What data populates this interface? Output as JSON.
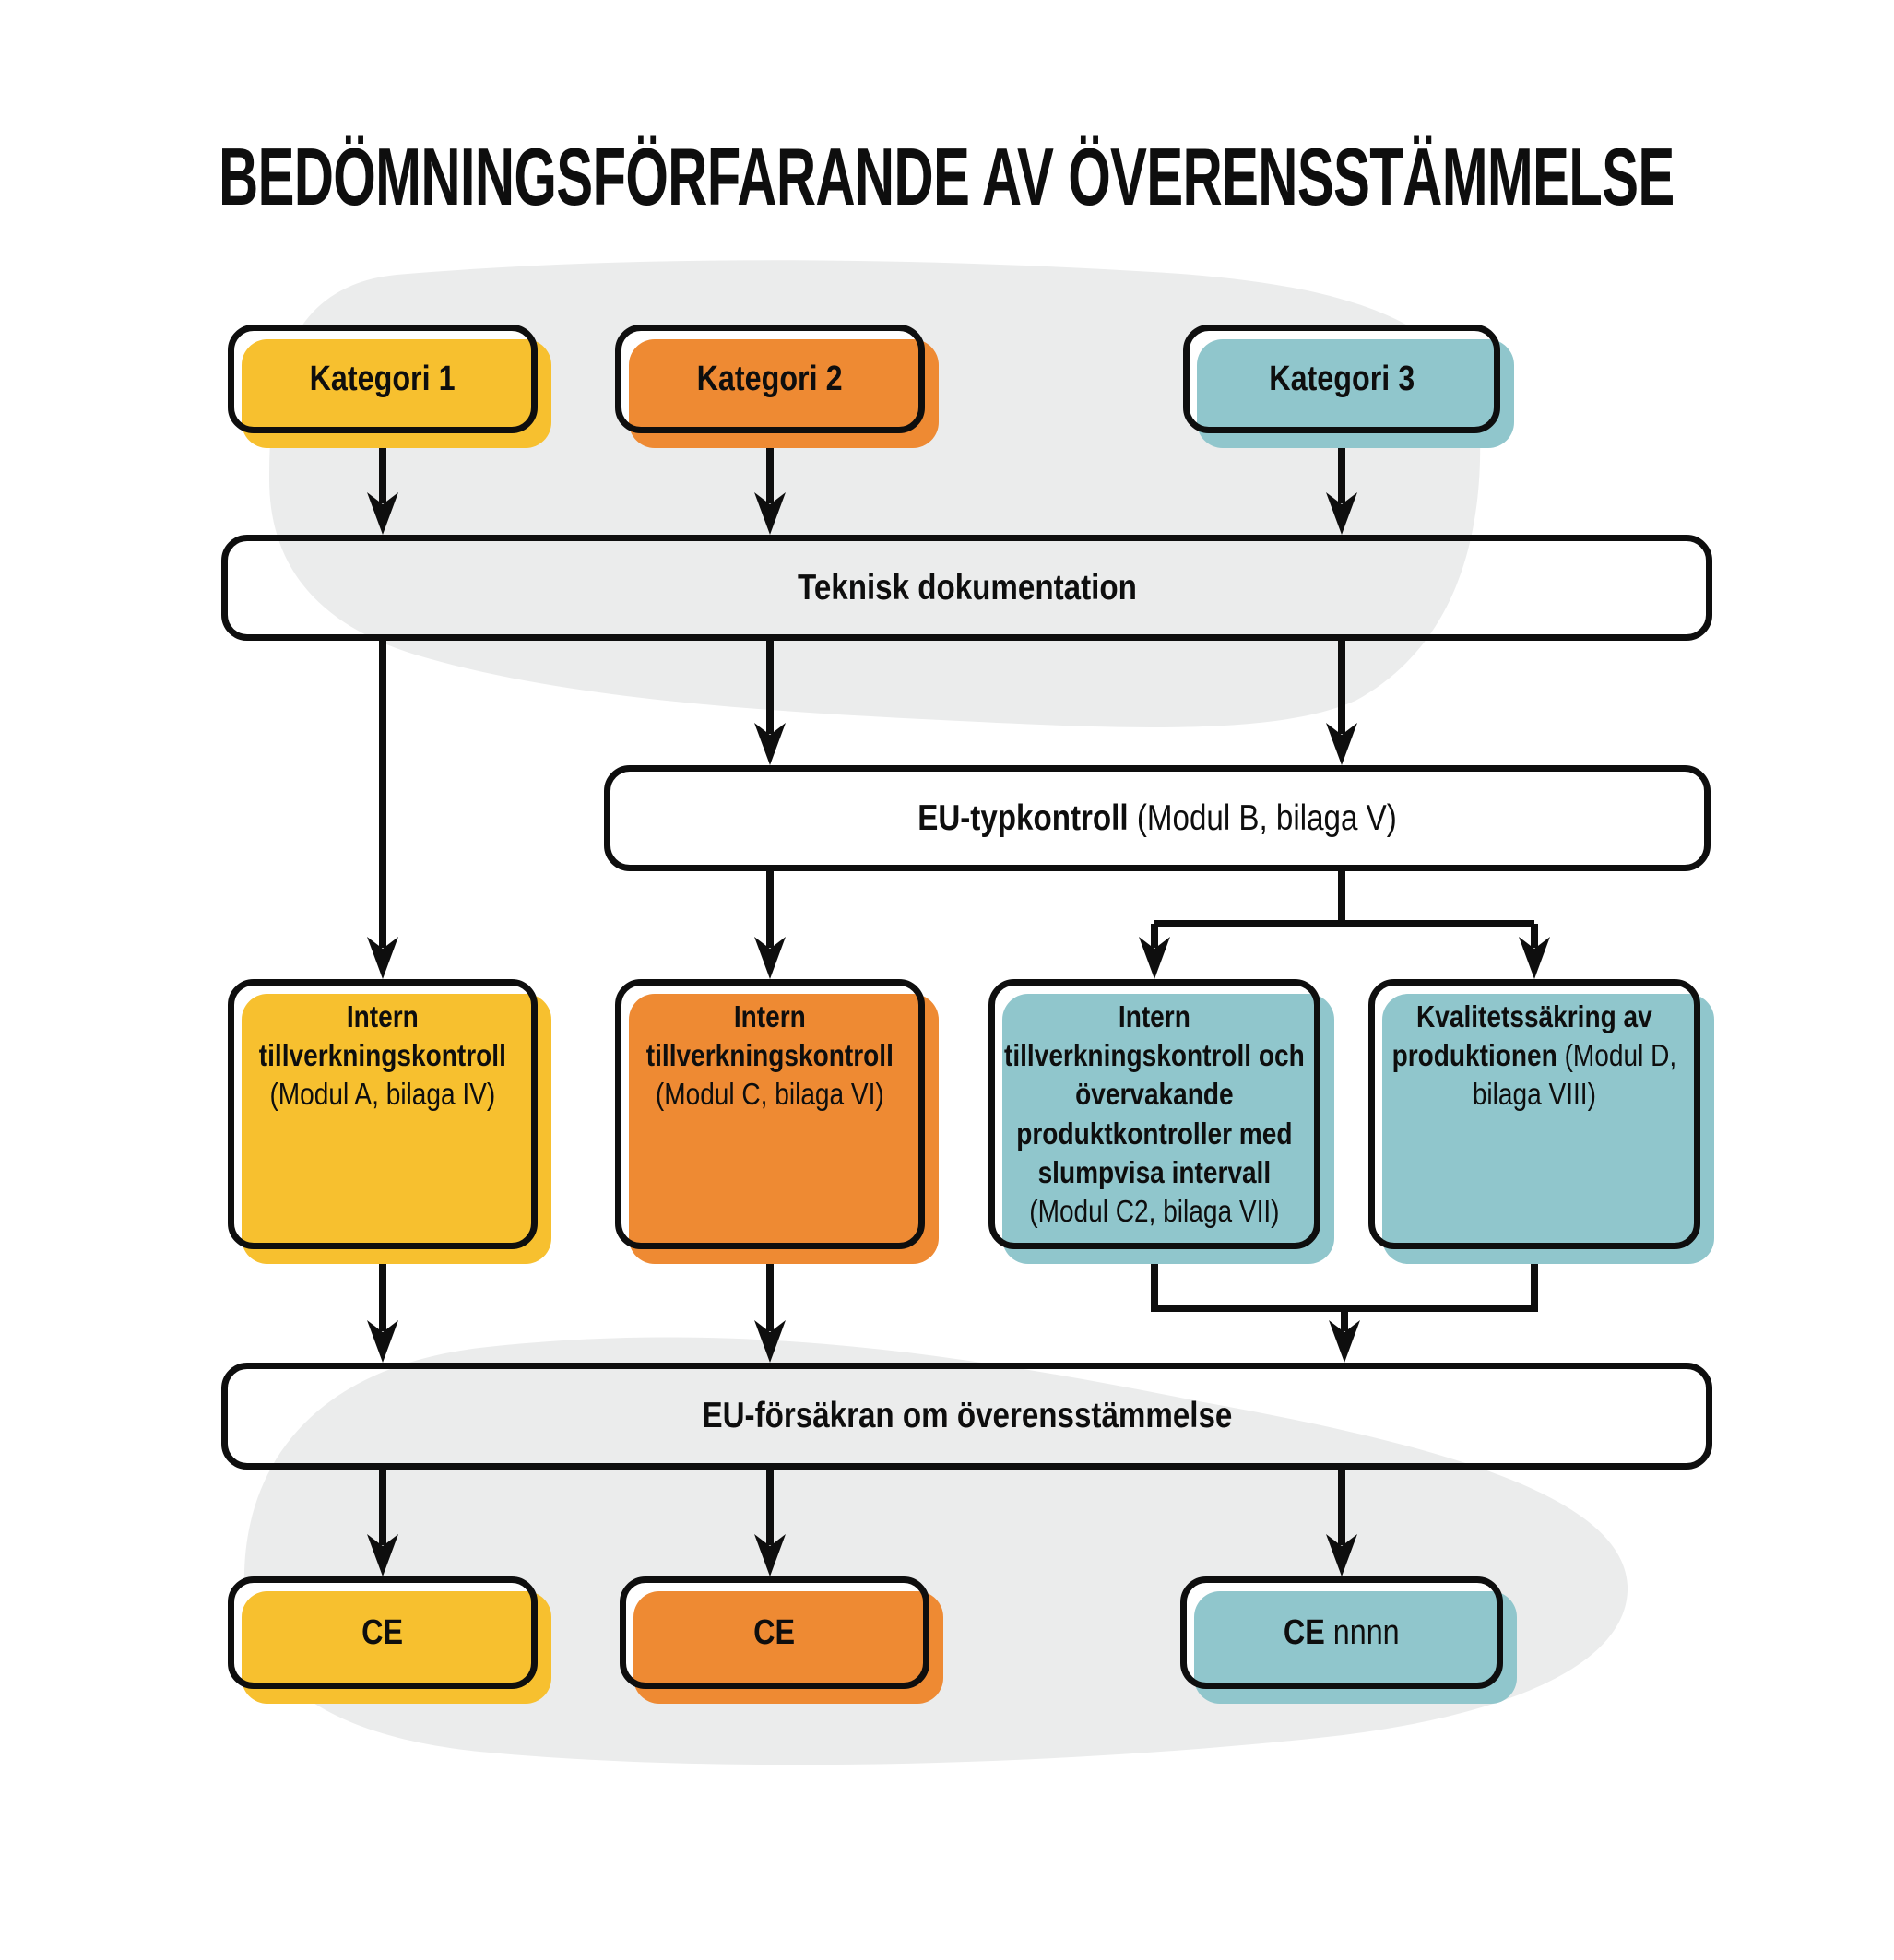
{
  "title": "BEDÖMNINGSFÖRFARANDE AV ÖVERENSSTÄMMELSE",
  "palette": {
    "yellow": "#f7c02f",
    "orange": "#ee8a33",
    "teal": "#90c6cc",
    "blob_gray": "#ebecec",
    "line_black": "#0e0e0e",
    "background": "#ffffff"
  },
  "nodes": {
    "kategori_1": {
      "label": "Kategori 1",
      "color": "yellow"
    },
    "kategori_2": {
      "label": "Kategori 2",
      "color": "orange"
    },
    "kategori_3": {
      "label": "Kategori 3",
      "color": "teal"
    },
    "teknisk_dokumentation": {
      "label": "Teknisk dokumentation"
    },
    "eu_typkontroll": {
      "label": "EU-typkontroll",
      "note": "(Modul B, bilaga V)"
    },
    "modul_a": {
      "label": "Intern tillverkningskontroll",
      "note": "(Modul A, bilaga IV)",
      "color": "yellow"
    },
    "modul_c": {
      "label": "Intern tillverkningskontroll",
      "note": "(Modul C, bilaga VI)",
      "color": "orange"
    },
    "modul_c2": {
      "label": "Intern tillverkningskontroll och övervakande produktkontroller med slumpvisa intervall",
      "note": "(Modul C2, bilaga VII)",
      "color": "teal"
    },
    "modul_d": {
      "label": "Kvalitetssäkring av produktionen",
      "note": "(Modul D, bilaga VIII)",
      "color": "teal"
    },
    "eu_forsakran": {
      "label": "EU-försäkran om överensstämmelse"
    },
    "ce_1": {
      "label": "CE",
      "color": "yellow"
    },
    "ce_2": {
      "label": "CE",
      "color": "orange"
    },
    "ce_3": {
      "label": "CE",
      "note": "nnnn",
      "color": "teal"
    }
  },
  "edges": [
    [
      "kategori_1",
      "teknisk_dokumentation"
    ],
    [
      "kategori_2",
      "teknisk_dokumentation"
    ],
    [
      "kategori_3",
      "teknisk_dokumentation"
    ],
    [
      "teknisk_dokumentation",
      "modul_a"
    ],
    [
      "teknisk_dokumentation",
      "eu_typkontroll"
    ],
    [
      "eu_typkontroll",
      "modul_c"
    ],
    [
      "eu_typkontroll",
      "modul_c2"
    ],
    [
      "eu_typkontroll",
      "modul_d"
    ],
    [
      "modul_a",
      "eu_forsakran"
    ],
    [
      "modul_c",
      "eu_forsakran"
    ],
    [
      "modul_c2",
      "eu_forsakran"
    ],
    [
      "modul_d",
      "eu_forsakran"
    ],
    [
      "eu_forsakran",
      "ce_1"
    ],
    [
      "eu_forsakran",
      "ce_2"
    ],
    [
      "eu_forsakran",
      "ce_3"
    ]
  ]
}
